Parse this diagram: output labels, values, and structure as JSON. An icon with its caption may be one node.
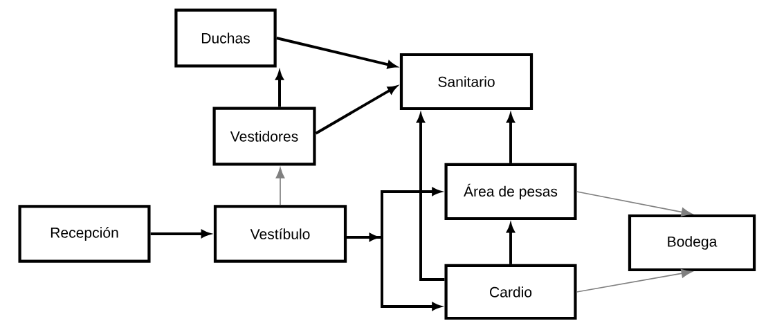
{
  "diagram": {
    "nodes": [
      {
        "text": [
          "Duchas"
        ]
      },
      {
        "text": [
          "Sanitario"
        ]
      },
      {
        "text": [
          "Vestidores"
        ]
      },
      {
        "text": [
          "Recepción"
        ]
      },
      {
        "text": [
          "Vestíbulo"
        ]
      },
      {
        "text": [
          "Área de pesas"
        ]
      },
      {
        "text": [
          "Bodega"
        ]
      },
      {
        "text": [
          "Cardio"
        ]
      }
    ],
    "edges": [
      {
        "from": 0,
        "to": 1,
        "arrow": "to"
      },
      {
        "from": 2,
        "to": 1,
        "arrow": "to"
      },
      {
        "from": 2,
        "to": 0,
        "arrow": "to"
      },
      {
        "from": 4,
        "to": 2,
        "arrow": "to",
        "color": "#808080"
      },
      {
        "from": 3,
        "to": 4,
        "arrow": "to"
      },
      {
        "from": 4,
        "to": 5,
        "arrow": "to"
      },
      {
        "from": 4,
        "to": 7,
        "arrow": "to"
      },
      {
        "from": 7,
        "to": 1,
        "arrow": "to"
      },
      {
        "from": 7,
        "to": 5,
        "arrow": "to"
      },
      {
        "from": 5,
        "to": 1,
        "arrow": "to"
      },
      {
        "from": 5,
        "to": 6,
        "arrow": "to",
        "color": "#808080"
      },
      {
        "from": 7,
        "to": 6,
        "arrow": "to",
        "color": "#808080"
      }
    ]
  }
}
